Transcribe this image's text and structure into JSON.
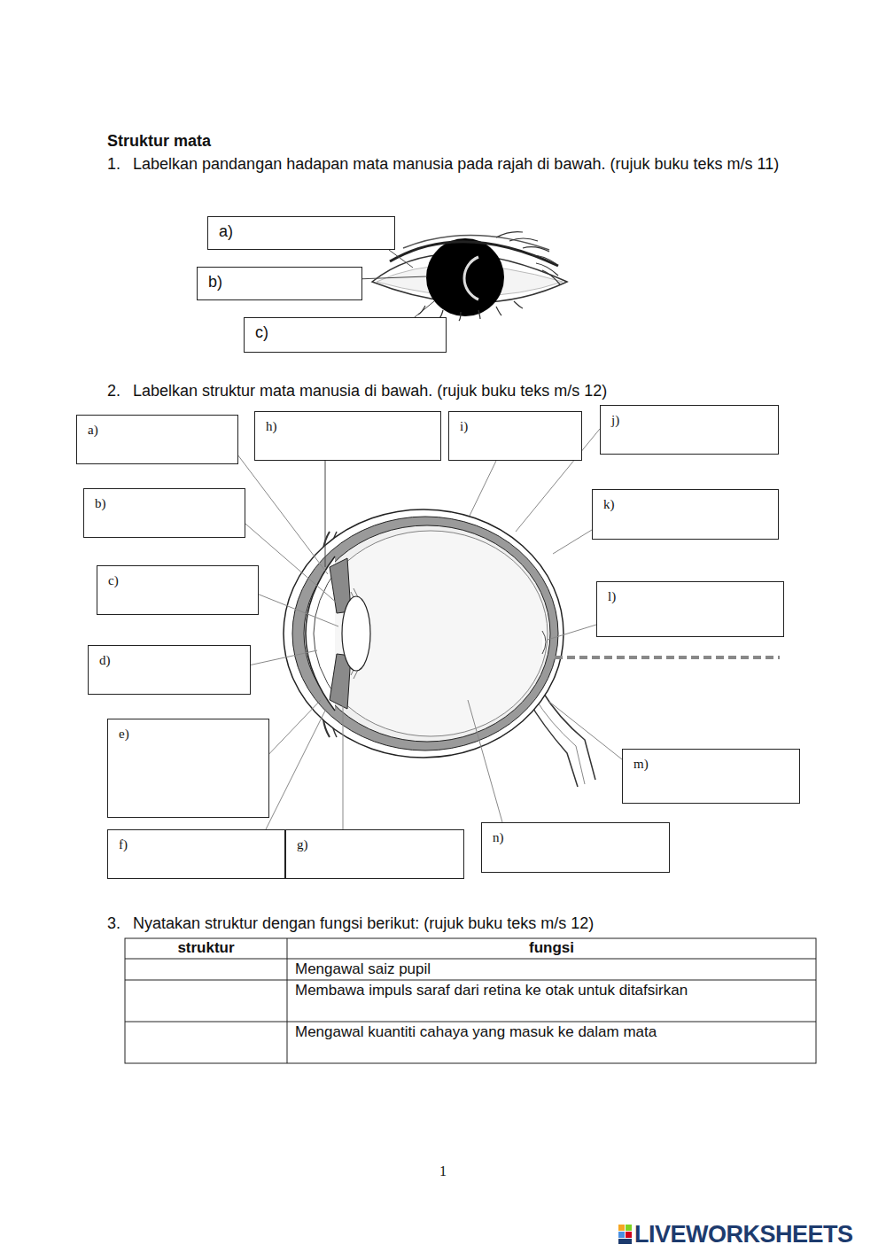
{
  "diagram": {
    "title": "Struktur mata",
    "nodes": [
      {
        "text": [
          "a)"
        ]
      },
      {
        "text": [
          "b)"
        ]
      },
      {
        "text": [
          "c)"
        ]
      },
      {
        "text": [
          "a)"
        ]
      },
      {
        "text": [
          "b)"
        ]
      },
      {
        "text": [
          "c)"
        ]
      },
      {
        "text": [
          "d)"
        ]
      },
      {
        "text": [
          "e)"
        ]
      },
      {
        "text": [
          "f)"
        ]
      },
      {
        "text": [
          "g)"
        ]
      },
      {
        "text": [
          "h)"
        ]
      },
      {
        "text": [
          "i)"
        ]
      },
      {
        "text": [
          "j)"
        ]
      },
      {
        "text": [
          "k)"
        ]
      },
      {
        "text": [
          "l)"
        ]
      },
      {
        "text": [
          "m)"
        ]
      },
      {
        "text": [
          "n)"
        ]
      }
    ],
    "labels": [
      "1.",
      "Labelkan pandangan hadapan mata manusia pada rajah di bawah. (rujuk buku teks m/s 11)",
      "2.",
      "Labelkan struktur mata manusia di bawah. (rujuk buku teks m/s 12)",
      "3.",
      "Nyatakan struktur dengan fungsi berikut: (rujuk buku teks m/s 12)",
      "struktur",
      "fungsi",
      "Mengawal saiz pupil",
      "Membawa impuls saraf dari retina ke otak untuk ditafsirkan",
      "Mengawal kuantiti cahaya yang masuk ke dalam mata",
      "1",
      "LIVEWORKSHEETS"
    ]
  }
}
